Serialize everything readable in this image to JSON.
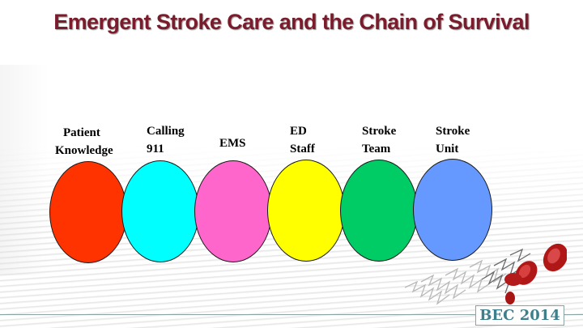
{
  "slide": {
    "title": "Emergent Stroke Care and the Chain of Survival",
    "title_color": "#7b1c2c",
    "chain": [
      {
        "line1": "Patient",
        "line2": "Knowledge",
        "color": "#ff3300"
      },
      {
        "line1": "Calling",
        "line2": "911",
        "color": "#00ffff"
      },
      {
        "line1": "EMS",
        "line2": "",
        "color": "#ff66cc"
      },
      {
        "line1": "ED",
        "line2": "Staff",
        "color": "#ffff00"
      },
      {
        "line1": "Stroke",
        "line2": "Team",
        "color": "#00cc66"
      },
      {
        "line1": "Stroke",
        "line2": "Unit",
        "color": "#6699ff"
      }
    ],
    "badge": {
      "text": "BEC 2014",
      "color": "#3f7f8c"
    },
    "decoration": {
      "image": "stent-with-red-blood-cells"
    }
  }
}
